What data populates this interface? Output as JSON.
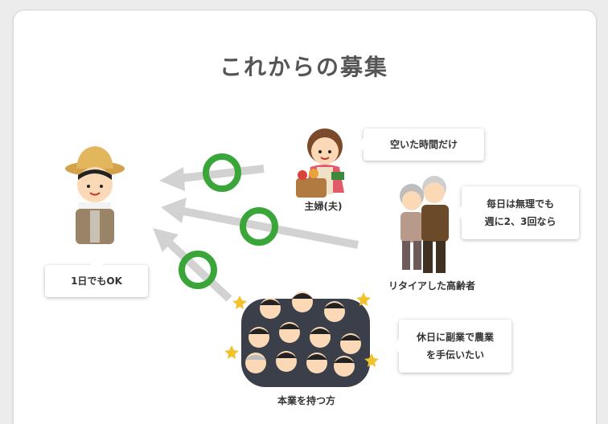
{
  "title": "これからの募集",
  "farmer": {
    "bubble": "1日でもOK"
  },
  "groups": [
    {
      "label": "主婦(夫)",
      "bubble": "空いた時間だけ"
    },
    {
      "label": "リタイアした高齢者",
      "bubble_lines": [
        "毎日は無理でも",
        "週に2、3回なら"
      ]
    },
    {
      "label": "本業を持つ方",
      "bubble_lines": [
        "休日に副業で農業",
        "を手伝いたい"
      ]
    }
  ],
  "colors": {
    "circle_green": "#3aa63a",
    "arrow_gray": "#d2d2d2",
    "title_text": "#555555"
  },
  "icons": [
    "farmer-illustration",
    "housewife-illustration",
    "elderly-couple-illustration",
    "business-people-illustration",
    "ok-circle-icon",
    "arrow-icon"
  ]
}
